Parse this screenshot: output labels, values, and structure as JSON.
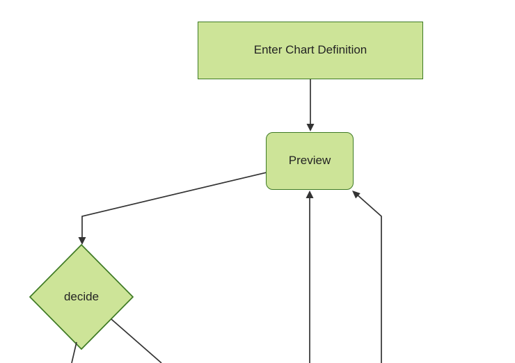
{
  "diagram": {
    "type": "flowchart",
    "direction": "top-down",
    "theme": "forest",
    "nodes": [
      {
        "id": "enter-chart-definition",
        "label": "Enter Chart Definition",
        "shape": "rectangle"
      },
      {
        "id": "preview",
        "label": "Preview",
        "shape": "rounded-rectangle"
      },
      {
        "id": "decide",
        "label": "decide",
        "shape": "diamond"
      }
    ],
    "edges": [
      {
        "from": "enter-chart-definition",
        "to": "preview",
        "arrowhead": "to-preview-top"
      },
      {
        "from": "preview",
        "to": "decide",
        "arrowhead": "to-decide-top"
      },
      {
        "from": "offscreen-bottom",
        "to": "preview",
        "arrowhead": "to-preview-bottom-center"
      },
      {
        "from": "offscreen-bottom",
        "to": "preview",
        "arrowhead": "to-preview-bottom-right-corner"
      },
      {
        "from": "decide",
        "to": "offscreen-bottom-left",
        "arrowhead": "none-visible"
      },
      {
        "from": "decide",
        "to": "offscreen-bottom-right",
        "arrowhead": "none-visible"
      }
    ],
    "colors": {
      "node_fill": "#cde498",
      "node_border": "#3e7a24",
      "edge": "#333333",
      "text": "#232323",
      "background": "#ffffff"
    }
  }
}
